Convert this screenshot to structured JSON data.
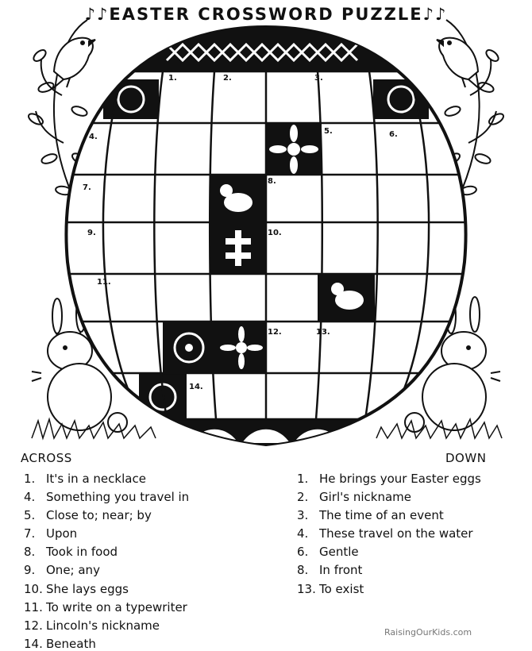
{
  "title": "♪♪EASTER CROSSWORD PUZZLE♪♪",
  "grid_numbers": [
    "1.",
    "2.",
    "3.",
    "4.",
    "5.",
    "6.",
    "7.",
    "8.",
    "9.",
    "10.",
    "11.",
    "12.",
    "13.",
    "14."
  ],
  "across_heading": "ACROSS",
  "down_heading": "DOWN",
  "across": [
    {
      "num": "1.",
      "text": "It's in a necklace"
    },
    {
      "num": "4.",
      "text": "Something you travel in"
    },
    {
      "num": "5.",
      "text": "Close to; near; by"
    },
    {
      "num": "7.",
      "text": "Upon"
    },
    {
      "num": "8.",
      "text": "Took in food"
    },
    {
      "num": "9.",
      "text": "One; any"
    },
    {
      "num": "10.",
      "text": "She lays eggs"
    },
    {
      "num": "11.",
      "text": "To write on a typewriter"
    },
    {
      "num": "12.",
      "text": "Lincoln's nickname"
    },
    {
      "num": "14.",
      "text": "Beneath"
    }
  ],
  "down": [
    {
      "num": "1.",
      "text": "He brings your Easter eggs"
    },
    {
      "num": "2.",
      "text": "Girl's nickname"
    },
    {
      "num": "3.",
      "text": "The time of an event"
    },
    {
      "num": "4.",
      "text": "These travel on the water"
    },
    {
      "num": "6.",
      "text": "Gentle"
    },
    {
      "num": "8.",
      "text": "In front"
    },
    {
      "num": "13.",
      "text": "To exist"
    }
  ],
  "credit": "RaisingOurKids.com"
}
